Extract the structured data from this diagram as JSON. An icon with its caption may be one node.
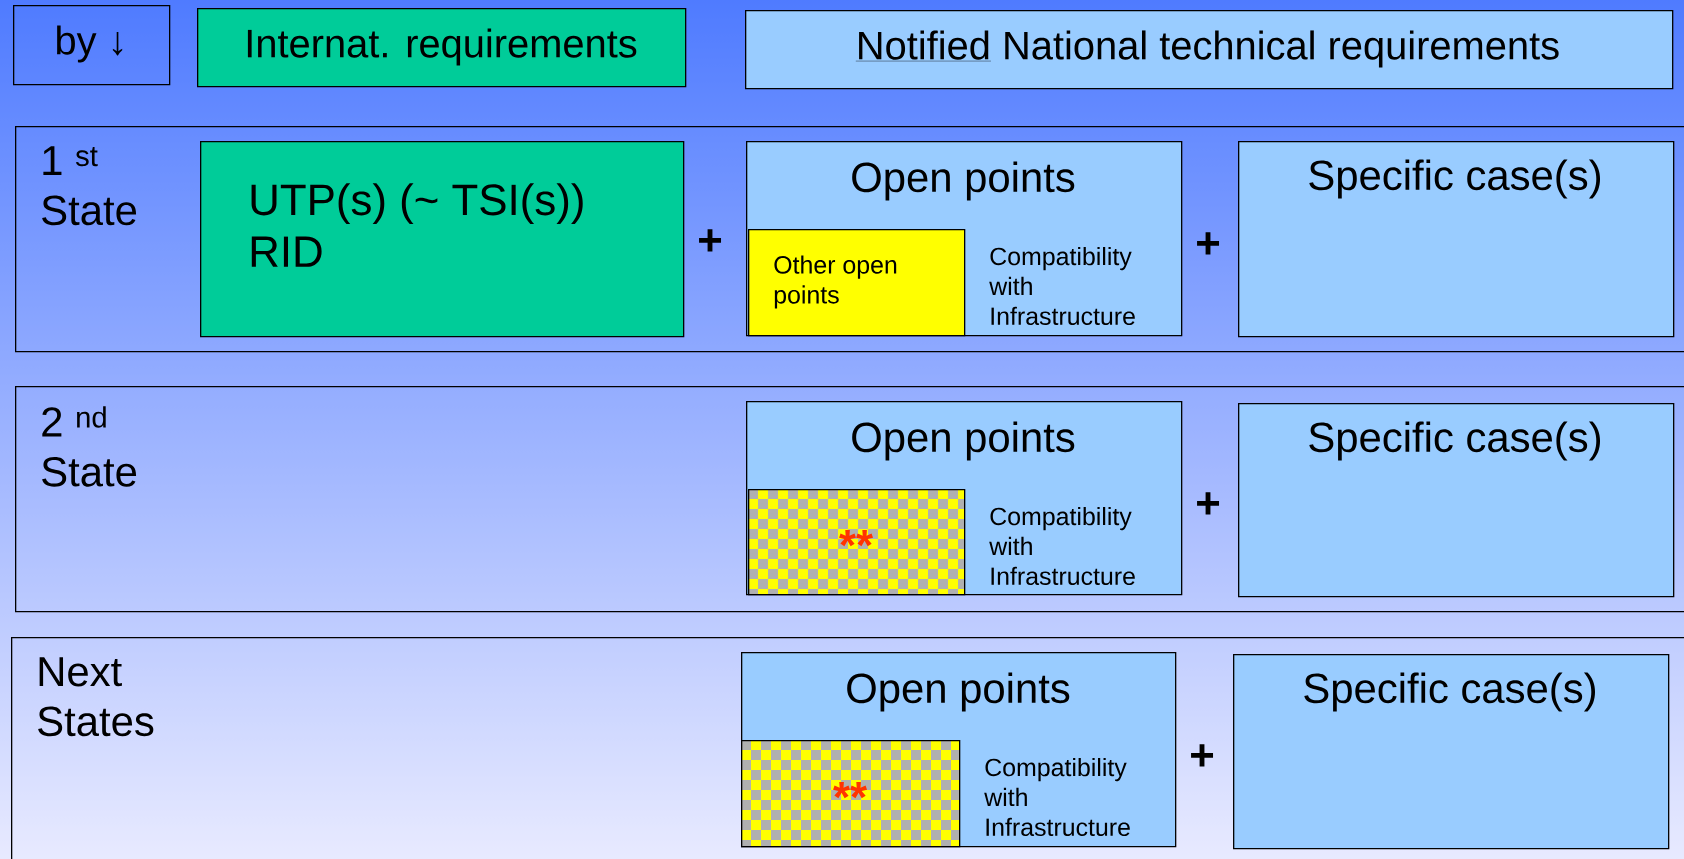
{
  "diagram": {
    "nodes": [
      {
        "text": [
          "by ↓"
        ]
      },
      {
        "text": [
          "Internat. requirements"
        ]
      },
      {
        "text": [
          "Notified",
          "National technical requirements"
        ]
      },
      {
        "text": [
          "1 $^{st}$ State"
        ]
      },
      {
        "text": [
          "UTP(s)  (~ TSI(s)) RID"
        ],
        "in": 3
      },
      {
        "text": [
          "Open points",
          "Compatibility with Infrastructure"
        ],
        "in": 3
      },
      {
        "text": [
          "Other open points"
        ],
        "in": 5
      },
      {
        "text": [
          "Specific case(s)"
        ],
        "in": 3
      },
      {
        "text": [
          "2 $^{nd}$ State"
        ]
      },
      {
        "text": [
          "Open points",
          "Compatibility with Infrastructure"
        ],
        "in": 8
      },
      {
        "text": [
          "**"
        ],
        "in": 9
      },
      {
        "text": [
          "Specific case(s)"
        ],
        "in": 8
      },
      {
        "text": [
          "Next States"
        ]
      },
      {
        "text": [
          "Open points",
          "Compatibility with Infrastructure"
        ],
        "in": 12
      },
      {
        "text": [
          "**"
        ],
        "in": 13
      },
      {
        "text": [
          "Specific case(s)"
        ],
        "in": 12
      }
    ],
    "labels": [
      "+",
      "+",
      "+",
      "+"
    ]
  }
}
